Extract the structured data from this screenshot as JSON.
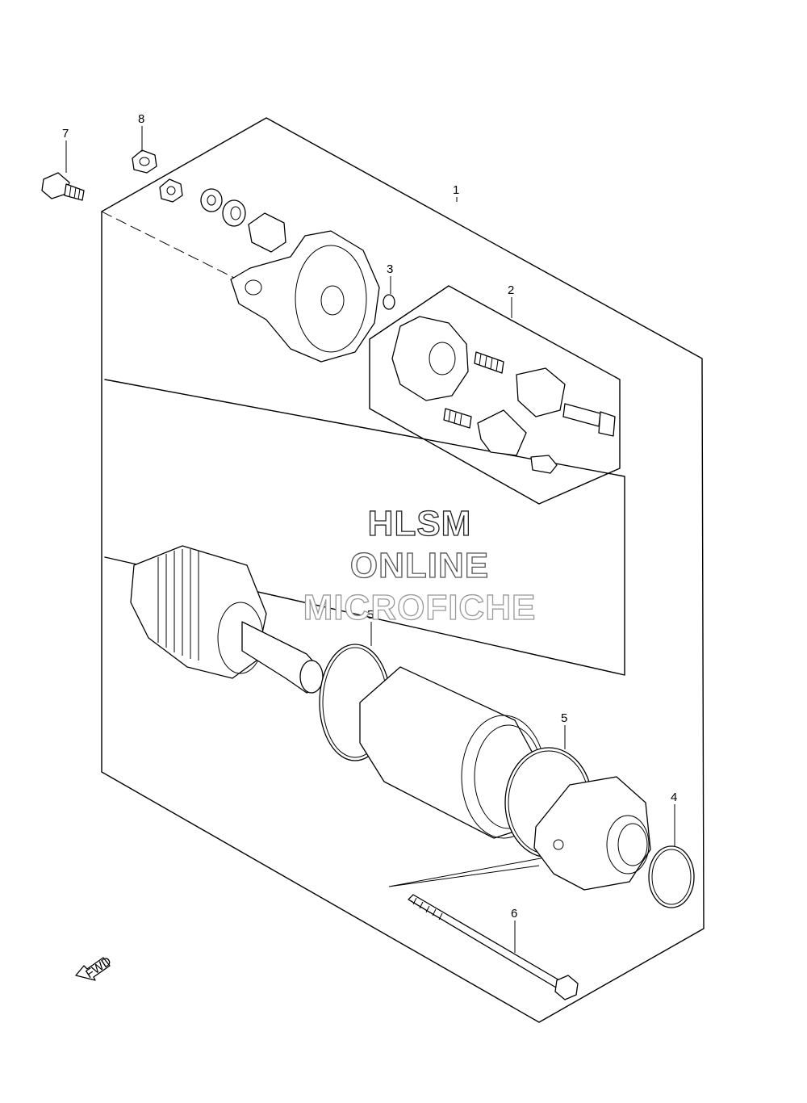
{
  "callouts": [
    {
      "id": "1",
      "label": "1"
    },
    {
      "id": "2",
      "label": "2"
    },
    {
      "id": "3",
      "label": "3"
    },
    {
      "id": "4",
      "label": "4"
    },
    {
      "id": "5a",
      "label": "5"
    },
    {
      "id": "5b",
      "label": "5"
    },
    {
      "id": "6",
      "label": "6"
    },
    {
      "id": "7",
      "label": "7"
    },
    {
      "id": "8",
      "label": "8"
    }
  ],
  "watermark": {
    "line1": "HLSM",
    "line2": "ONLINE",
    "line3": "MICROFICHE"
  },
  "fwd_label": "FWD"
}
